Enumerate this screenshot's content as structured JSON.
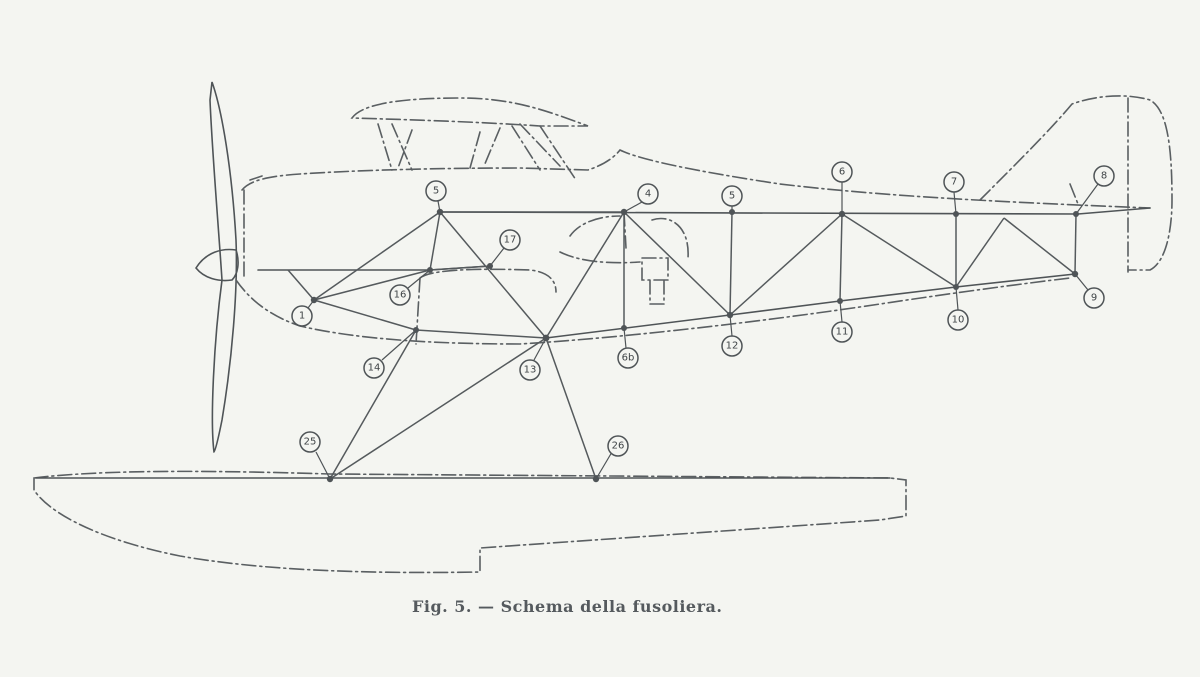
{
  "figure": {
    "caption": "Fig. 5. — Schema della fusoliera."
  },
  "nodes": [
    {
      "id": "n1",
      "label": "1"
    },
    {
      "id": "n5a",
      "label": "5"
    },
    {
      "id": "n16",
      "label": "16"
    },
    {
      "id": "n17",
      "label": "17"
    },
    {
      "id": "n4",
      "label": "4"
    },
    {
      "id": "n5b",
      "label": "5"
    },
    {
      "id": "n6",
      "label": "6"
    },
    {
      "id": "n7",
      "label": "7"
    },
    {
      "id": "n8",
      "label": "8"
    },
    {
      "id": "n9",
      "label": "9"
    },
    {
      "id": "n10",
      "label": "10"
    },
    {
      "id": "n11",
      "label": "11"
    },
    {
      "id": "n12",
      "label": "12"
    },
    {
      "id": "n6b",
      "label": "6b"
    },
    {
      "id": "n13",
      "label": "13"
    },
    {
      "id": "n14",
      "label": "14"
    },
    {
      "id": "n25",
      "label": "25"
    },
    {
      "id": "n26",
      "label": "26"
    }
  ],
  "colors": {
    "paper": "#f4f5f1",
    "ink": "#4f5457"
  }
}
